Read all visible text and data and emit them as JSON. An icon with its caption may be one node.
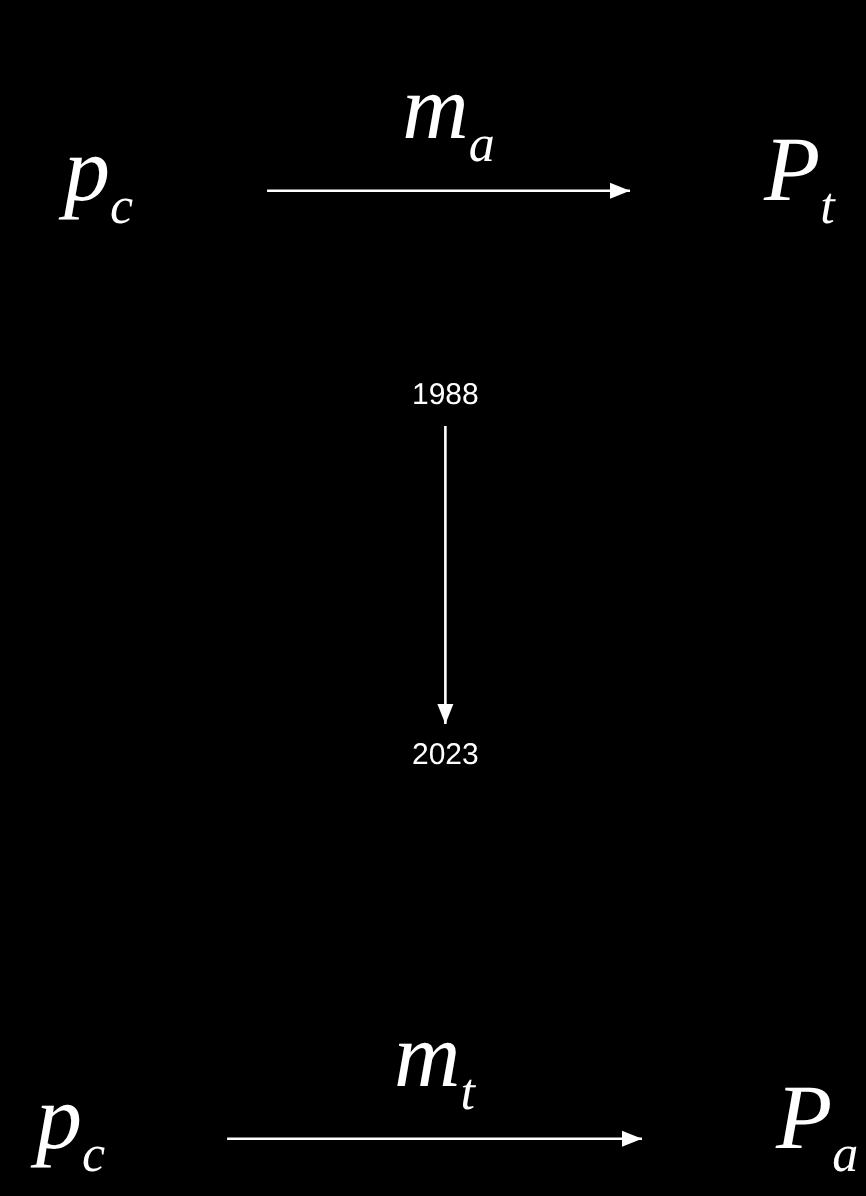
{
  "diagram": {
    "nodes": [
      {
        "text": [
          "p$_{c}$"
        ]
      },
      {
        "text": [
          "P$_{t}$"
        ]
      },
      {
        "text": [
          "1988"
        ]
      },
      {
        "text": [
          "2023"
        ]
      },
      {
        "text": [
          "p$_{c}$"
        ]
      },
      {
        "text": [
          "P$_{a}$"
        ]
      }
    ],
    "edges": [
      {
        "from": 0,
        "to": 1,
        "arrow": "to",
        "label": "m$_{a}$"
      },
      {
        "from": 2,
        "to": 3,
        "arrow": "to"
      },
      {
        "from": 4,
        "to": 5,
        "arrow": "to",
        "label": "m$_{t}$"
      }
    ]
  }
}
